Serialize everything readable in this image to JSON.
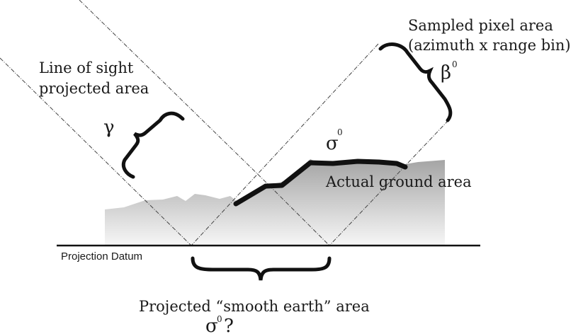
{
  "labels": {
    "sampled_pixel_line1": "Sampled pixel area",
    "sampled_pixel_line2": "(azimuth x range bin)",
    "beta": "β",
    "beta_sup": "0",
    "line_of_sight_line1": "Line of sight",
    "line_of_sight_line2": "projected area",
    "gamma": "γ",
    "sigma_ground": "σ",
    "sigma_ground_sup": "0",
    "actual_ground": "Actual ground area",
    "projection_datum": "Projection Datum",
    "projected_smooth": "Projected “smooth earth” area",
    "sigma_projected": "σ",
    "sigma_projected_sup": "0",
    "sigma_projected_q": "?"
  },
  "colors": {
    "line": "#111111",
    "terrain_top": "#a9a9a9",
    "terrain_bottom": "#f4f4f4",
    "text": "#1a1a1a"
  }
}
